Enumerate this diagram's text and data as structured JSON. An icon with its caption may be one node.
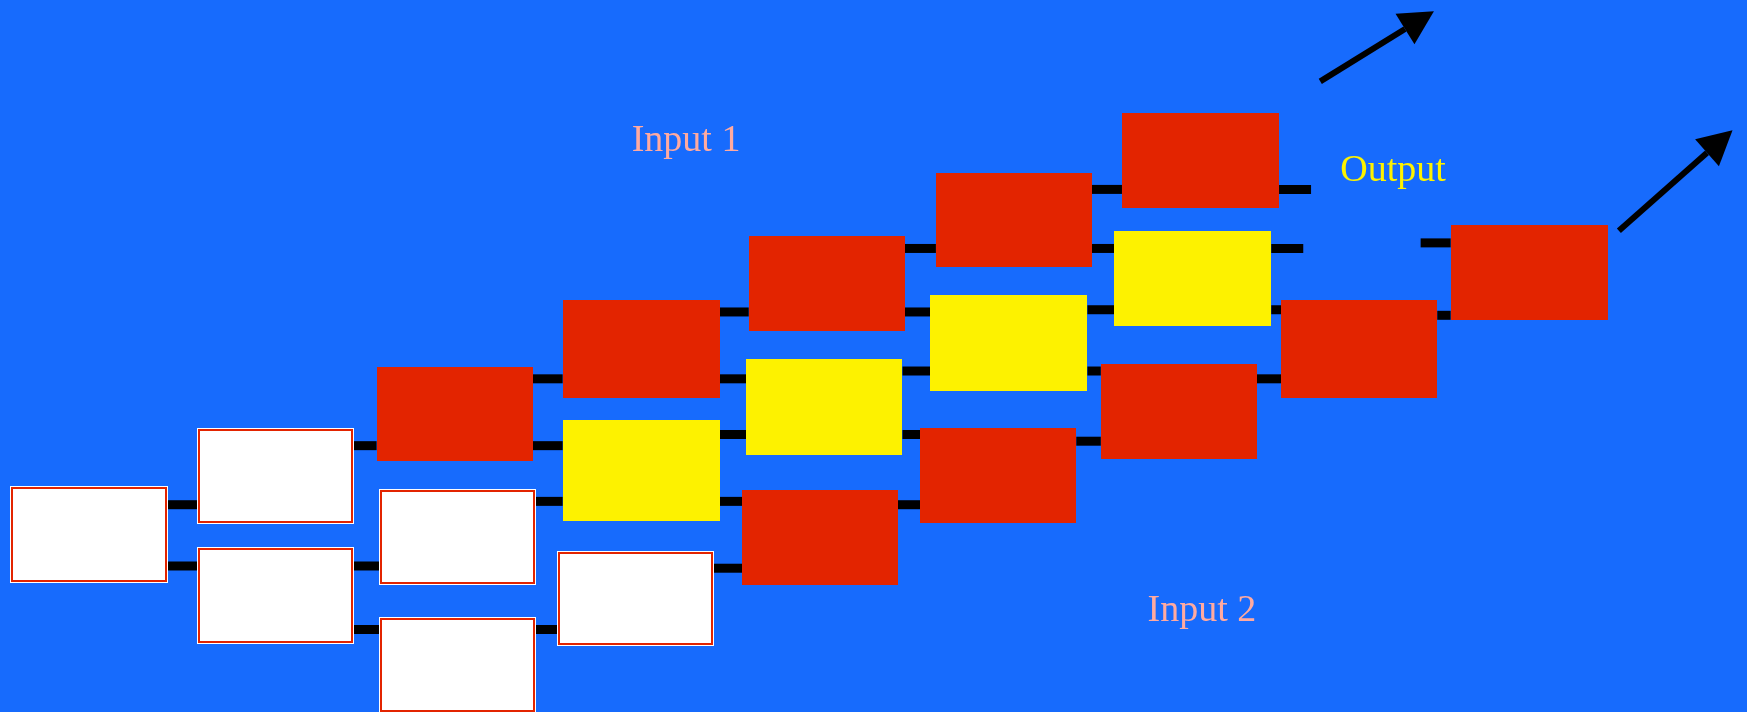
{
  "diagram": {
    "nodes": [
      {
        "text": [],
        "shape": "box"
      },
      {
        "text": [],
        "shape": "box"
      },
      {
        "text": [],
        "shape": "box"
      },
      {
        "text": [],
        "shape": "box"
      },
      {
        "text": [],
        "shape": "box"
      },
      {
        "text": [],
        "shape": "box"
      },
      {
        "text": [],
        "shape": "box"
      },
      {
        "text": [],
        "shape": "box"
      },
      {
        "text": [],
        "shape": "box"
      },
      {
        "text": [],
        "shape": "box"
      },
      {
        "text": [],
        "shape": "box"
      },
      {
        "text": [],
        "shape": "box"
      },
      {
        "text": [],
        "shape": "box"
      },
      {
        "text": [],
        "shape": "box"
      },
      {
        "text": [],
        "shape": "box"
      },
      {
        "text": [],
        "shape": "box"
      },
      {
        "text": [],
        "shape": "box"
      },
      {
        "text": [],
        "shape": "box"
      },
      {
        "text": [],
        "shape": "box"
      },
      {
        "text": [],
        "shape": "box"
      }
    ],
    "edges": [
      {
        "from": 0,
        "to": 1,
        "arrow": "none"
      },
      {
        "from": 0,
        "to": 2,
        "arrow": "none"
      },
      {
        "from": 1,
        "to": 6,
        "arrow": "none"
      },
      {
        "from": 2,
        "to": 3,
        "arrow": "none"
      },
      {
        "from": 2,
        "to": 4,
        "arrow": "none"
      },
      {
        "from": 6,
        "to": 7,
        "arrow": "none"
      },
      {
        "from": 6,
        "to": 11,
        "arrow": "none"
      },
      {
        "from": 3,
        "to": 11,
        "arrow": "none"
      },
      {
        "from": 4,
        "to": 5,
        "arrow": "none"
      },
      {
        "from": 11,
        "to": 12,
        "arrow": "none"
      },
      {
        "from": 7,
        "to": 12,
        "arrow": "none"
      },
      {
        "from": 7,
        "to": 8,
        "arrow": "none"
      },
      {
        "from": 11,
        "to": 15,
        "arrow": "none"
      },
      {
        "from": 5,
        "to": 15,
        "arrow": "none"
      },
      {
        "from": 8,
        "to": 9,
        "arrow": "none"
      },
      {
        "from": 8,
        "to": 13,
        "arrow": "none"
      },
      {
        "from": 12,
        "to": 13,
        "arrow": "none"
      },
      {
        "from": 12,
        "to": 16,
        "arrow": "none"
      },
      {
        "from": 15,
        "to": 16,
        "arrow": "none"
      },
      {
        "from": 9,
        "to": 10,
        "arrow": "none"
      },
      {
        "from": 9,
        "to": 14,
        "arrow": "none"
      },
      {
        "from": 13,
        "to": 14,
        "arrow": "none"
      },
      {
        "from": 13,
        "to": 17,
        "arrow": "none"
      },
      {
        "from": 16,
        "to": 17,
        "arrow": "none"
      },
      {
        "from": 10,
        "to": null,
        "arrow": "none"
      },
      {
        "from": 14,
        "to": null,
        "arrow": "none"
      },
      {
        "from": 14,
        "to": 18,
        "arrow": "none"
      },
      {
        "from": 17,
        "to": 18,
        "arrow": "none"
      },
      {
        "from": null,
        "to": 19,
        "arrow": "none"
      },
      {
        "from": 18,
        "to": 19,
        "arrow": "none"
      }
    ],
    "labels": [
      "Input 1",
      "Output",
      "Input 2"
    ]
  }
}
